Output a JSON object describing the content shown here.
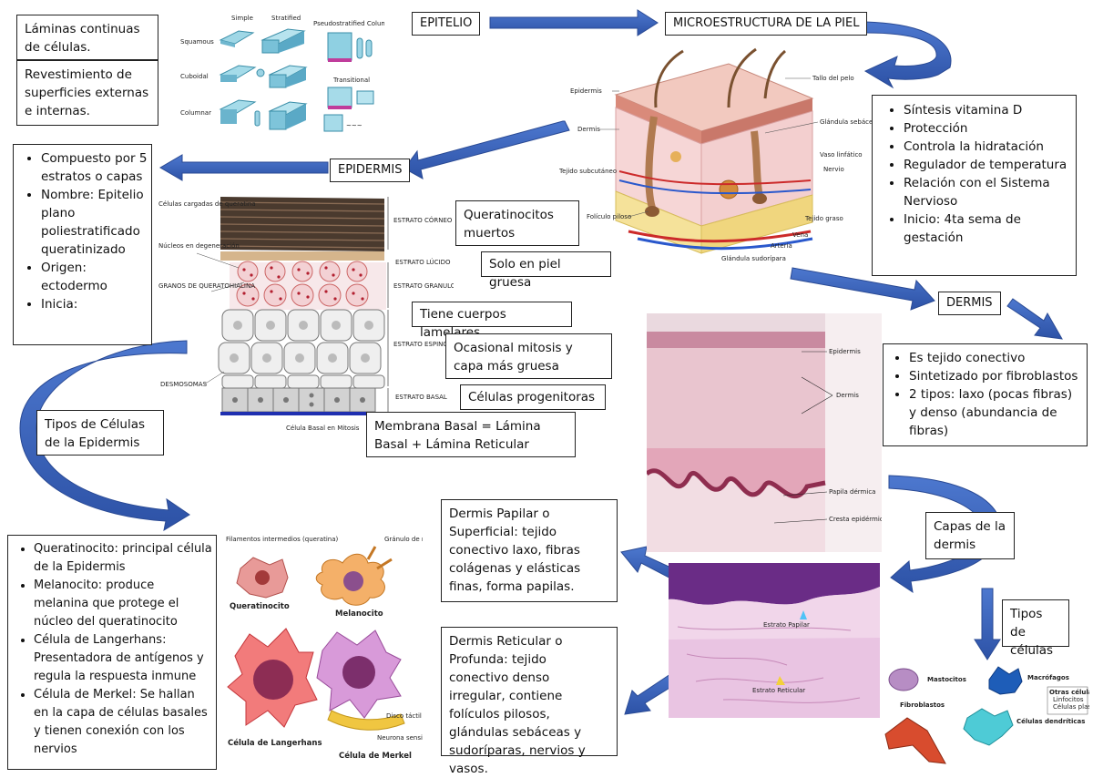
{
  "boxes": {
    "epitelio_def1": "Láminas continuas de células.",
    "epitelio_def2": "Revestimiento de superficies externas e internas.",
    "epidermis_list": [
      "Compuesto por 5 estratos o capas",
      "Nombre: Epitelio plano poliestratificado queratinizado",
      "Origen: ectodermo",
      "Inicia:"
    ],
    "piel_functions": [
      "Síntesis vitamina D",
      "Protección",
      "Controla la hidratación",
      "Regulador de temperatura",
      "Relación con el Sistema Nervioso",
      "Inicio: 4ta sema de gestación"
    ],
    "dermis_list": [
      "Es tejido conectivo",
      "Sintetizado por fibroblastos",
      "2 tipos: laxo (pocas fibras) y denso (abundancia de fibras)"
    ],
    "queratinocitos_muertos": "Queratinocitos muertos",
    "solo_piel_gruesa": "Solo en piel gruesa",
    "cuerpos_lamelares": "Tiene cuerpos lamelares",
    "ocasional_mitosis": "Ocasional mitosis y capa más gruesa",
    "celulas_progenitoras": "Células progenitoras",
    "membrana_basal": "Membrana Basal = Lámina Basal + Lámina Reticular",
    "tipos_celulas_epidermis": "Tipos de Células de la Epidermis",
    "cell_types": [
      {
        "term": "Queratinocito",
        "desc": ": principal célula de la Epidermis"
      },
      {
        "term": "Melanocito",
        "desc": ": produce melanina que protege el núcleo del queratinocito"
      },
      {
        "term": "Célula de Langerhans",
        "desc": ": Presentadora de antígenos y regula la respuesta inmune"
      },
      {
        "term": "Célula de Merkel",
        "desc": ": Se hallan en la capa de células basales y tienen conexión con los nervios"
      }
    ],
    "dermis_papilar": "Dermis Papilar o Superficial: tejido conectivo laxo, fibras colágenas y elásticas finas, forma papilas.",
    "dermis_reticular": "Dermis Reticular o Profunda: tejido conectivo denso irregular, contiene folículos pilosos, glándulas sebáceas y sudoríparas, nervios y vasos.",
    "capas_dermis": "Capas de la dermis",
    "tipos_celulas": "Tipos de células"
  },
  "labels": {
    "epitelio": "EPITELIO",
    "microestructura": "MICROESTRUCTURA DE LA PIEL",
    "epidermis": "EPIDERMIS",
    "dermis": "DERMIS"
  },
  "epithelium_fig": {
    "cols": [
      "Simple",
      "Stratified",
      "Pseudostratified Columnar"
    ],
    "rows": [
      "Squamous",
      "Cuboidal",
      "Columnar"
    ],
    "transitional": "Transitional"
  },
  "skin_fig": {
    "left": [
      "Epidermis",
      "Dermis",
      "Tejido subcutáneo",
      "Folículo piloso"
    ],
    "right": [
      "Tallo del pelo",
      "Glándula sebácea",
      "Vaso linfático",
      "Nervio",
      "Tejido graso",
      "Vena",
      "Arteria",
      "Glándula sudorípara"
    ]
  },
  "strata_fig": {
    "left": [
      "Células cargadas de queratina",
      "Núcleos en degeneración",
      "GRANOS DE QUERATOHIALINA",
      "DESMOSOMAS",
      "Célula Basal en Mitosis"
    ],
    "strata": [
      "ESTRATO CÓRNEO",
      "ESTRATO LÚCIDO",
      "ESTRATO GRANULOSO",
      "ESTRATO ESPINOSO",
      "ESTRATO BASAL"
    ]
  },
  "histo_fig": {
    "labels": [
      "Epidermis",
      "Dermis",
      "Papila dérmica",
      "Cresta epidérmica"
    ]
  },
  "histo2_fig": {
    "labels": [
      "Estrato Papilar",
      "Estrato Reticular"
    ]
  },
  "cells_fig": {
    "labels": [
      "Filamentos intermedios (queratina)",
      "Gránulo de melanina",
      "Queratinocito",
      "Melanocito",
      "Célula de Langerhans",
      "Célula de Merkel",
      "Disco táctil (de Merkel)",
      "Neurona sensitiva"
    ]
  },
  "dermis_cells_fig": {
    "labels": [
      "Mastocitos",
      "Macrófagos",
      "Fibroblastos",
      "Células dendríticas",
      "Otras células:",
      "Linfocitos",
      "Células plasmáticas"
    ]
  },
  "colors": {
    "arrow": "#3a62b8",
    "arrow_dark": "#2a4a94"
  }
}
